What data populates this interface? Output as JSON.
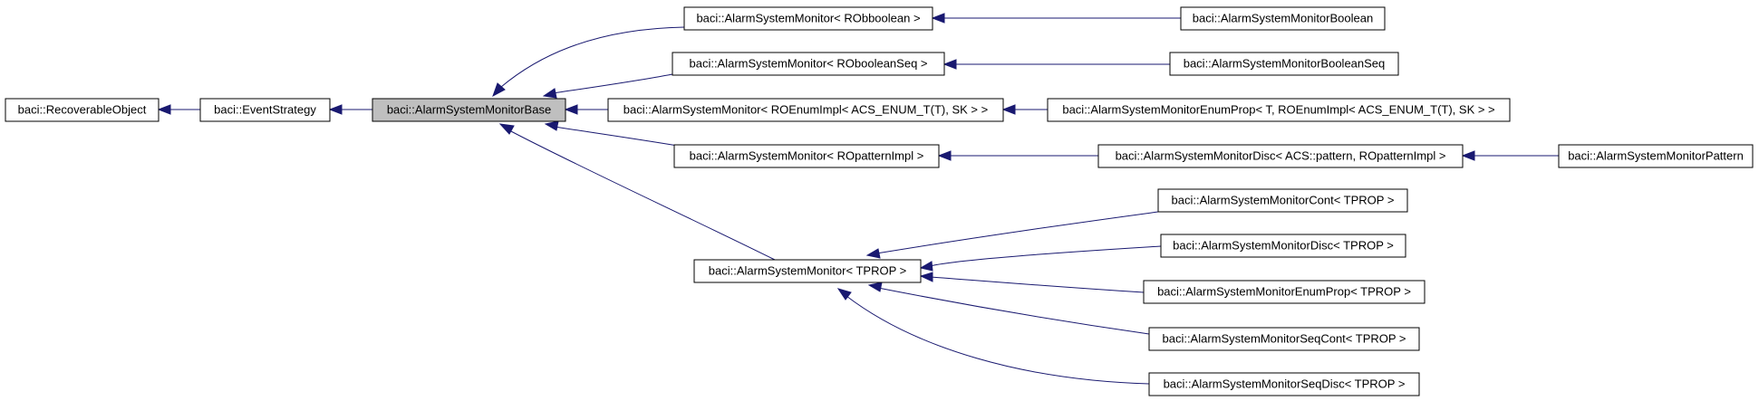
{
  "diagram": {
    "nodes": {
      "recoverable": "baci::RecoverableObject",
      "strategy": "baci::EventStrategy",
      "base": "baci::AlarmSystemMonitorBase",
      "m_bool": "baci::AlarmSystemMonitor< RObboolean >",
      "m_boolseq": "baci::AlarmSystemMonitor< RObooleanSeq >",
      "m_enum": "baci::AlarmSystemMonitor< ROEnumImpl< ACS_ENUM_T(T), SK > >",
      "m_pattern": "baci::AlarmSystemMonitor< ROpatternImpl >",
      "m_tprop": "baci::AlarmSystemMonitor< TPROP >",
      "bool": "baci::AlarmSystemMonitorBoolean",
      "boolseq": "baci::AlarmSystemMonitorBooleanSeq",
      "enumprop_t": "baci::AlarmSystemMonitorEnumProp< T, ROEnumImpl< ACS_ENUM_T(T), SK > >",
      "disc_pattern": "baci::AlarmSystemMonitorDisc< ACS::pattern, ROpatternImpl >",
      "pattern": "baci::AlarmSystemMonitorPattern",
      "cont": "baci::AlarmSystemMonitorCont< TPROP >",
      "disc": "baci::AlarmSystemMonitorDisc< TPROP >",
      "enumprop": "baci::AlarmSystemMonitorEnumProp< TPROP >",
      "seqcont": "baci::AlarmSystemMonitorSeqCont< TPROP >",
      "seqdisc": "baci::AlarmSystemMonitorSeqDisc< TPROP >"
    },
    "colors": {
      "edge": "#191970",
      "highlight_fill": "#bfbfbf"
    }
  }
}
